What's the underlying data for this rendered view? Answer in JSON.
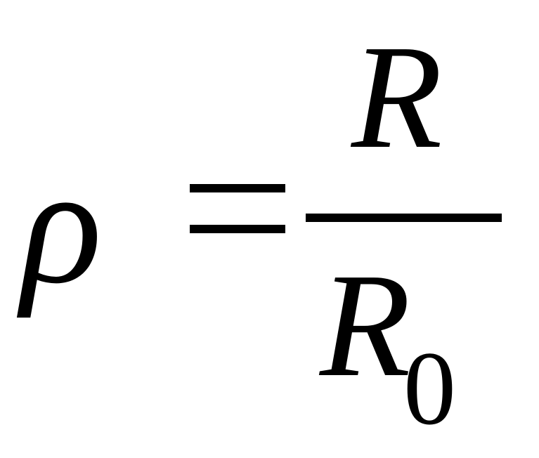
{
  "formula": {
    "lhs": "ρ",
    "operator": "=",
    "numerator": "R",
    "denominator": "R",
    "denominator_subscript": "0"
  }
}
